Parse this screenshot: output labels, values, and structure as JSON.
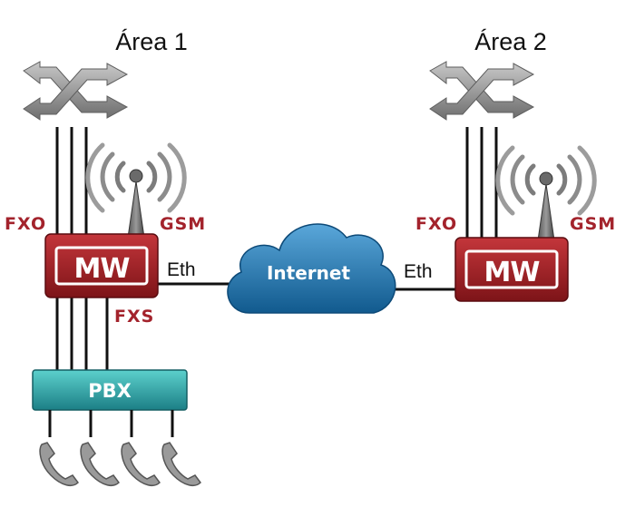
{
  "areas": [
    {
      "title": "Área 1"
    },
    {
      "title": "Área 2"
    }
  ],
  "labels": {
    "fxo": "FXO",
    "gsm": "GSM",
    "fxs": "FXS",
    "eth": "Eth",
    "internet": "Internet",
    "mw": "MW",
    "pbx": "PBX"
  },
  "colors": {
    "label_red": "#a3232c",
    "gateway_red": "#9e1f24",
    "cloud_blue": "#1f74ad",
    "pbx_teal": "#2aa6a6",
    "arrow_gray": "#8a8a8a"
  },
  "icons": [
    "switch-icon",
    "antenna-icon",
    "gateway-icon",
    "cloud-icon",
    "pbx-icon",
    "phone-icon"
  ]
}
